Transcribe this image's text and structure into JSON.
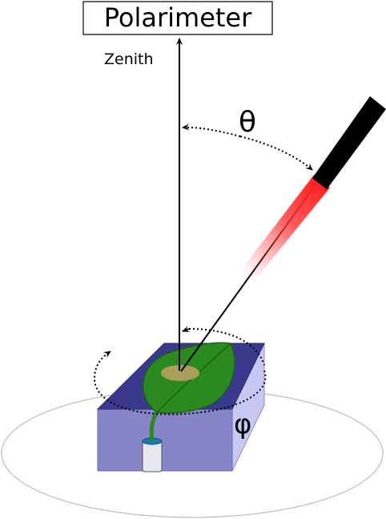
{
  "title": "Polarimeter",
  "labels": {
    "zenith": "Zenith",
    "theta": "θ",
    "phi": "φ"
  },
  "colors": {
    "box_top": "#3a3a8c",
    "box_front": "#8585c8",
    "box_side": "#c8c8f4",
    "leaf": "#2a8a1f",
    "leaf_spot": "#b8a064",
    "laser_body": "#000000",
    "laser_beam": "#ff0000",
    "pot": "#e8e8f0",
    "pot_soil": "#1f78b4"
  }
}
